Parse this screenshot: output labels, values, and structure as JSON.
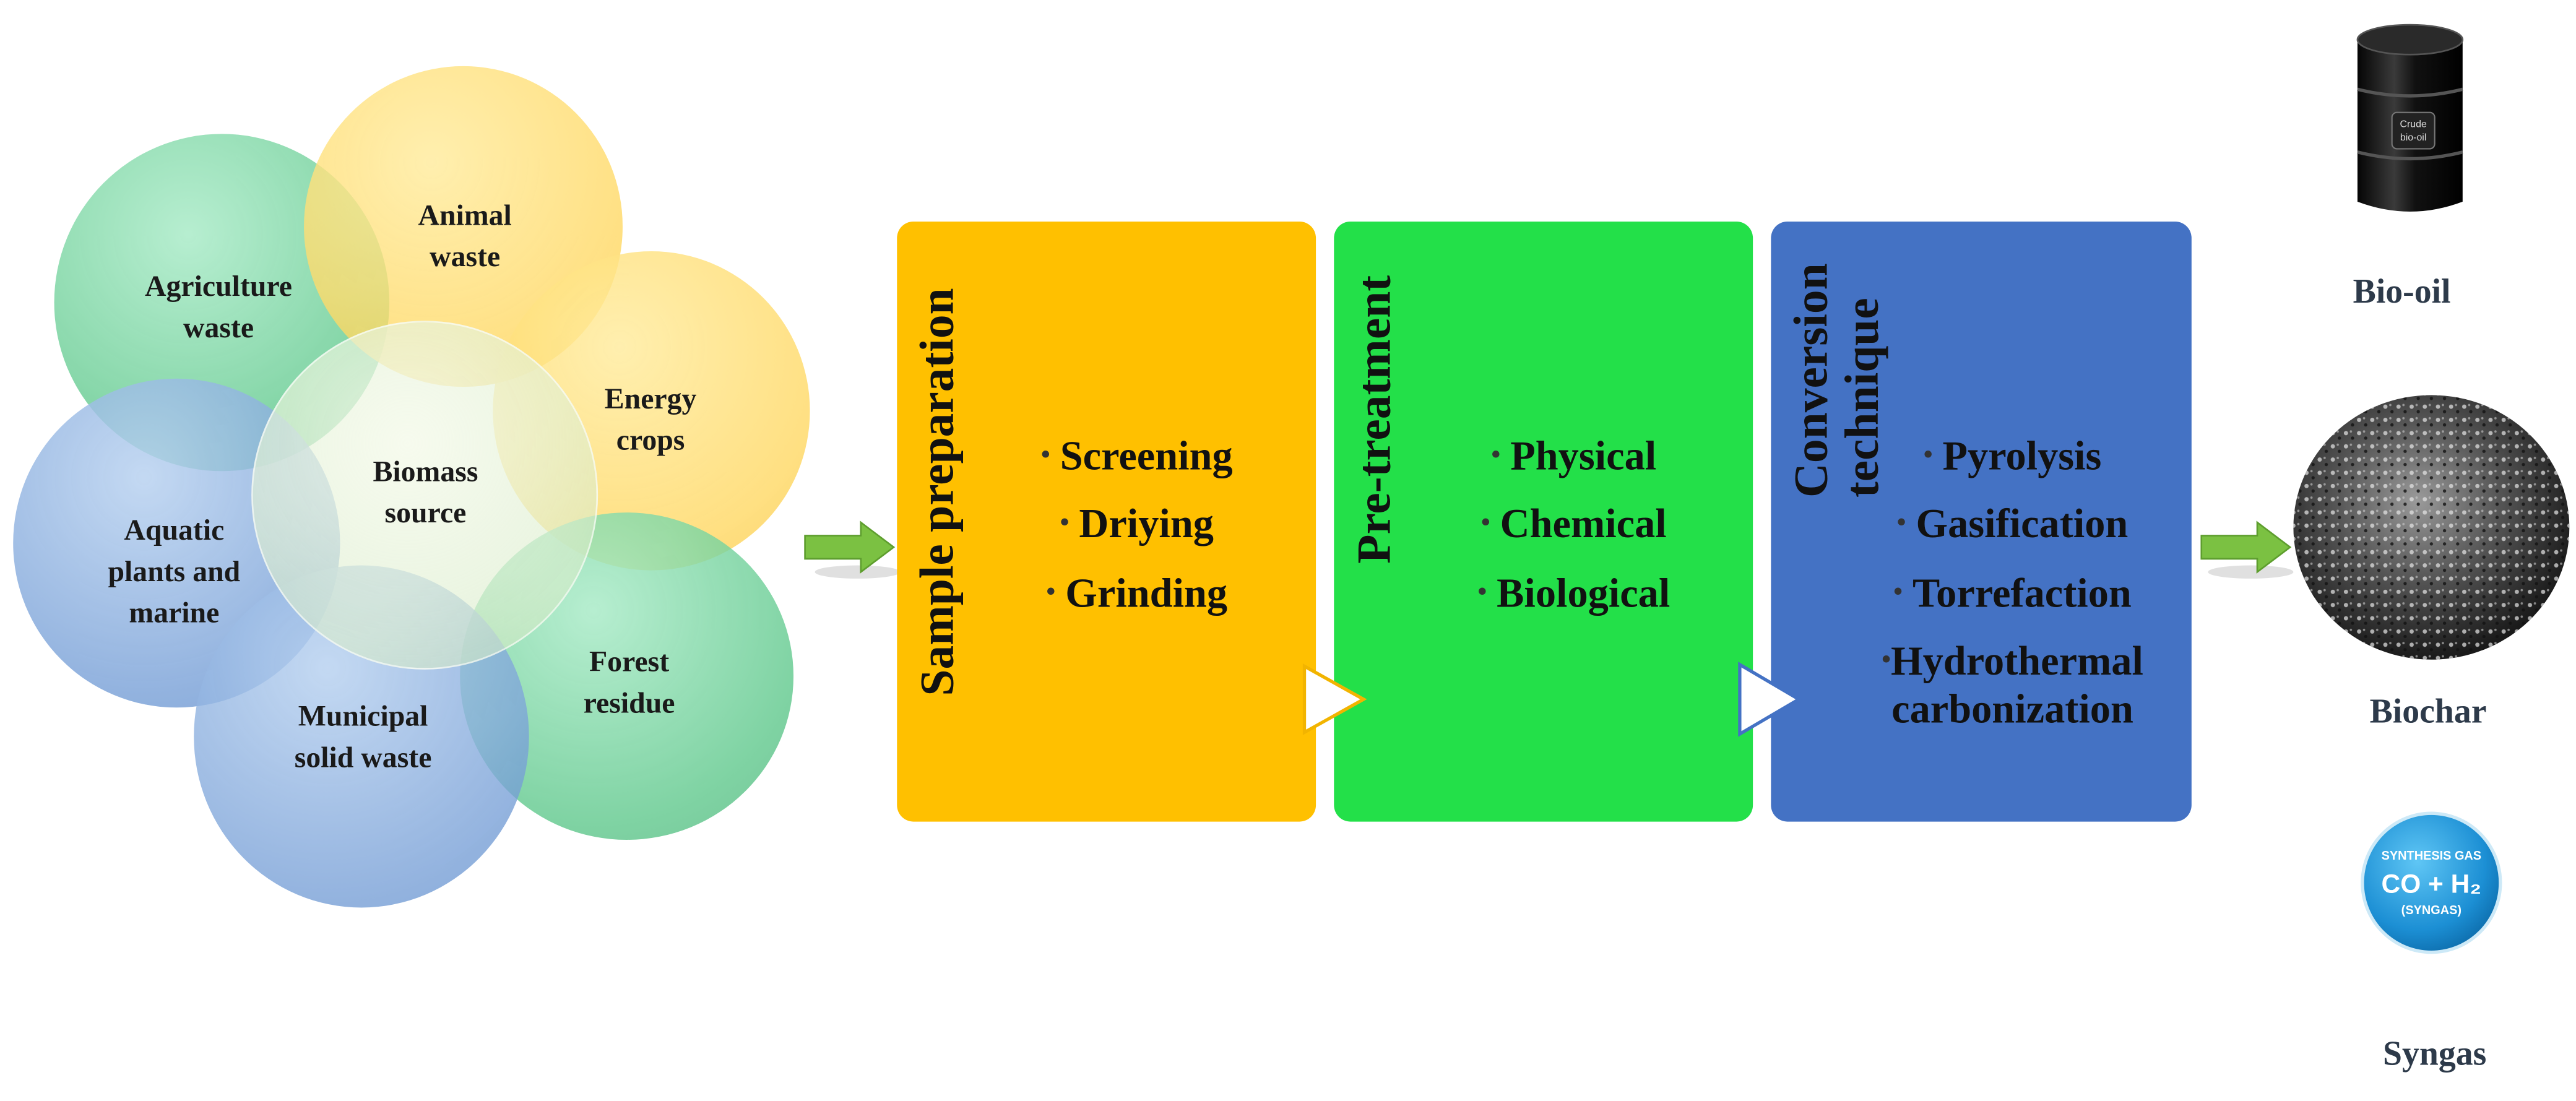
{
  "sources": {
    "animal": [
      "Animal",
      "waste"
    ],
    "agriculture": [
      "Agriculture",
      "waste"
    ],
    "energy": [
      "Energy",
      "crops"
    ],
    "center": [
      "Biomass",
      "source"
    ],
    "aquatic": [
      "Aquatic",
      "plants and",
      "marine"
    ],
    "forest": [
      "Forest",
      "residue"
    ],
    "municipal": [
      "Municipal",
      "solid waste"
    ]
  },
  "stages": {
    "sample": {
      "title": "Sample preparation",
      "items": [
        "Screening",
        "Driying",
        "Grinding"
      ]
    },
    "pretreat": {
      "title": "Pre-treatment",
      "items": [
        "Physical",
        "Chemical",
        "Biological"
      ]
    },
    "conversion": {
      "title": [
        "Conversion",
        "technique"
      ],
      "items": [
        "Pyrolysis",
        "Gasification",
        "Torrefaction",
        "Hydrothermal",
        "carbonization"
      ]
    }
  },
  "products": {
    "biooil": {
      "label": "Bio-oil",
      "barrel_text": [
        "Crude",
        "bio-oil"
      ]
    },
    "biochar": {
      "label": "Biochar"
    },
    "syngas": {
      "label": "Syngas",
      "badge": [
        "SYNTHESIS GAS",
        "CO + H₂",
        "(SYNGAS)"
      ]
    }
  },
  "colors": {
    "sample_box": "#FFC000",
    "pretreat_box": "#23E049",
    "conversion_box": "#4472C4",
    "arrow": "#7BC142",
    "yellow_circle": "#FFD966",
    "green_circle": "#6CD49A",
    "blue_circle": "#7FA8D8"
  }
}
